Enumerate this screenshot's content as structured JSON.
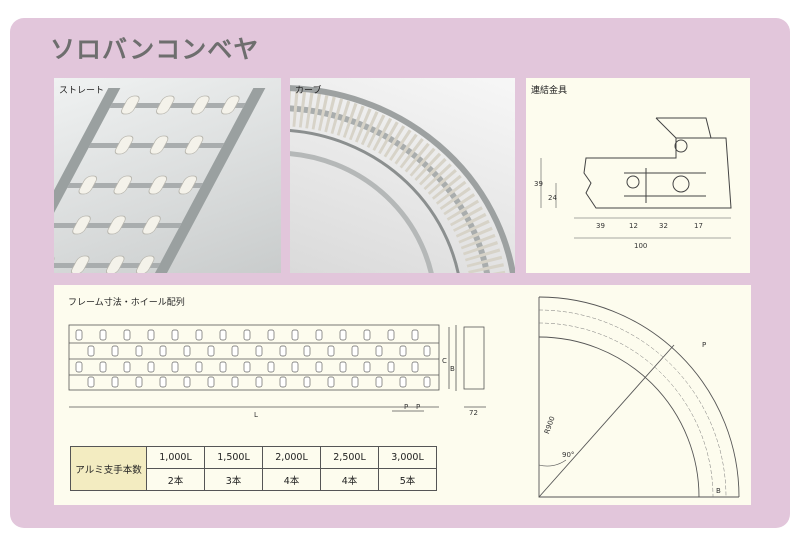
{
  "title": "ソロバンコンベヤ",
  "panels": {
    "straight": "ストレート",
    "curve": "カーブ",
    "connector": "連結金具",
    "frame": "フレーム寸法・ホイール配列"
  },
  "connector_dims": {
    "d39h": "39",
    "d24": "24",
    "d39": "39",
    "d12": "12",
    "d32": "32",
    "d17": "17",
    "d100": "100"
  },
  "frame_dims": {
    "L": "L",
    "P1": "P",
    "P2": "P",
    "C": "C",
    "B": "B",
    "w72": "72"
  },
  "curve_dims": {
    "R": "R900",
    "angle": "90°",
    "P": "P",
    "B": "B"
  },
  "table": {
    "header": "アルミ支手本数",
    "lengths": [
      "1,000L",
      "1,500L",
      "2,000L",
      "2,500L",
      "3,000L"
    ],
    "counts": [
      "2本",
      "3本",
      "4本",
      "4本",
      "5本"
    ]
  }
}
